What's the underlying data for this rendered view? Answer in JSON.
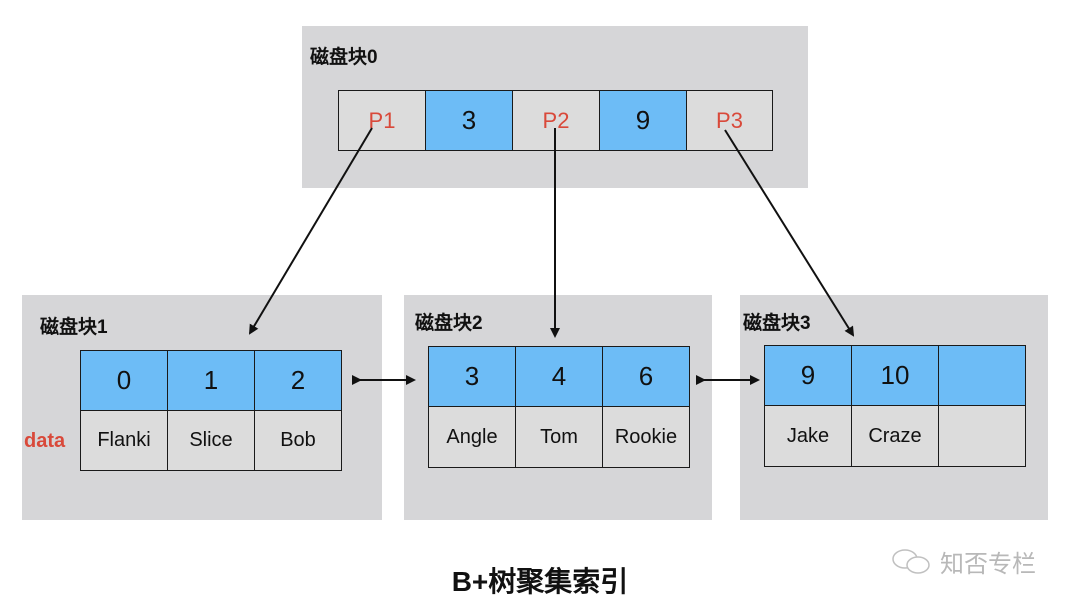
{
  "root": {
    "label": "磁盘块0",
    "cells": [
      "P1",
      "3",
      "P2",
      "9",
      "P3"
    ]
  },
  "leaves": [
    {
      "label": "磁盘块1",
      "keys": [
        "0",
        "1",
        "2"
      ],
      "values": [
        "Flanki",
        "Slice",
        "Bob"
      ]
    },
    {
      "label": "磁盘块2",
      "keys": [
        "3",
        "4",
        "6"
      ],
      "values": [
        "Angle",
        "Tom",
        "Rookie"
      ]
    },
    {
      "label": "磁盘块3",
      "keys": [
        "9",
        "10",
        ""
      ],
      "values": [
        "Jake",
        "Craze",
        ""
      ]
    }
  ],
  "data_label": "data",
  "title": "B+树聚集索引",
  "watermark": "知否专栏",
  "colors": {
    "key": "#6dbcf6",
    "pointer_text": "#d9493a",
    "block": "#d6d6d8"
  }
}
